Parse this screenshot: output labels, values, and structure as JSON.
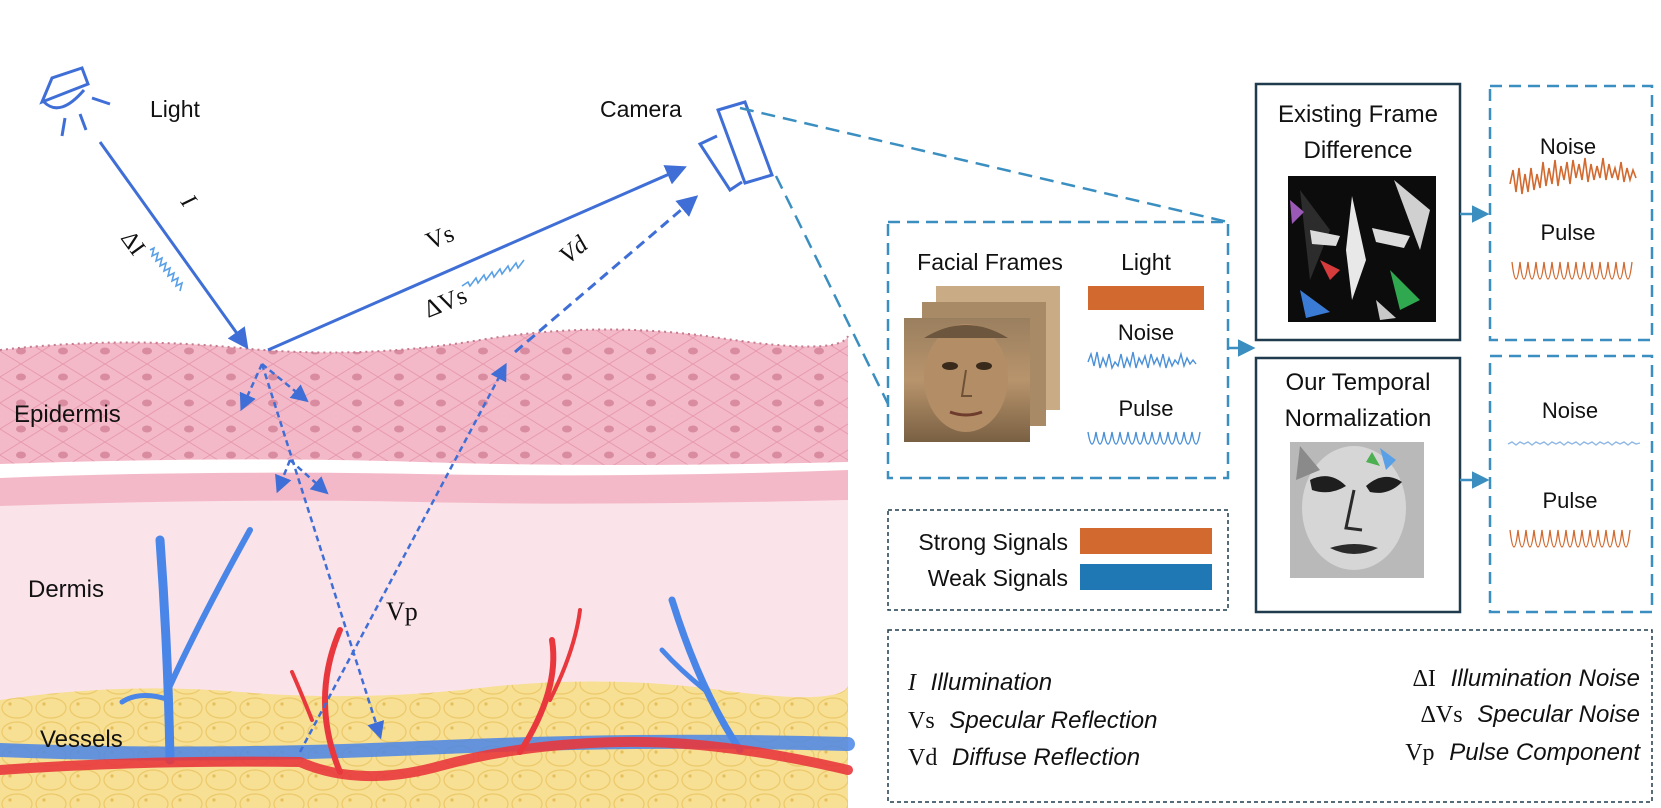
{
  "labels": {
    "light": "Light",
    "camera": "Camera",
    "epidermis": "Epidermis",
    "dermis": "Dermis",
    "vessels": "Vessels",
    "delta_i": "ΔI",
    "i": "I",
    "vs": "Vs",
    "delta_vs": "ΔVs",
    "vd": "Vd",
    "vp": "Vp"
  },
  "input_panel": {
    "facial_frames": "Facial Frames",
    "light": "Light",
    "noise": "Noise",
    "pulse": "Pulse"
  },
  "methods": {
    "existing": {
      "line1": "Existing Frame",
      "line2": "Difference"
    },
    "ours": {
      "line1": "Our Temporal",
      "line2": "Normalization"
    }
  },
  "outputs": {
    "top": {
      "noise": "Noise",
      "pulse": "Pulse"
    },
    "bottom": {
      "noise": "Noise",
      "pulse": "Pulse"
    }
  },
  "signal_legend": {
    "strong": "Strong Signals",
    "weak": "Weak Signals"
  },
  "notation": {
    "i_sym": "I",
    "i_desc": "Illumination",
    "vs_sym": "Vs",
    "vs_desc": "Specular Reflection",
    "vd_sym": "Vd",
    "vd_desc": "Diffuse Reflection",
    "di_sym": "ΔI",
    "di_desc": "Illumination Noise",
    "dvs_sym": "ΔVs",
    "dvs_desc": "Specular Noise",
    "vp_sym": "Vp",
    "vp_desc": "Pulse Component"
  },
  "colors": {
    "strong": "#d2692f",
    "weak": "#1f77b4",
    "arrow": "#3f6fd6",
    "dash_box": "#3a8fc0",
    "epidermis": "#f4b9c8",
    "dermis": "#fbe3ea",
    "fat": "#f7df93"
  }
}
